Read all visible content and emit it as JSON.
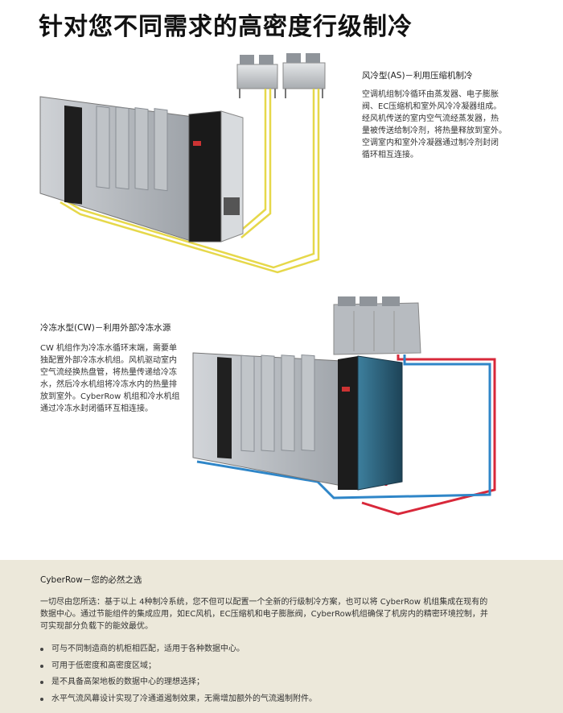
{
  "title": "针对您不同需求的高密度行级制冷",
  "section_as": {
    "heading": "风冷型(AS)－利用压缩机制冷",
    "lines": [
      "空调机组制冷循环由蒸发器、电子膨胀",
      "阀、EC压缩机和室外风冷冷凝器组成。",
      "经风机传送的室内空气流经蒸发器，热",
      "量被传送给制冷剂，将热量释放到室外。",
      "空调室内和室外冷凝器通过制冷剂封闭",
      "循环相互连接。"
    ]
  },
  "section_cw": {
    "heading": "冷冻水型(CW)－利用外部冷冻水源",
    "lines": [
      "CW 机组作为冷冻水循环末端，需要单",
      "独配置外部冷冻水机组。风机驱动室内",
      "空气流经换热盘管，将热量传递给冷冻",
      "水，然后冷水机组将冷冻水内的热量排",
      "放到室外。CyberRow 机组和冷水机组",
      "通过冷冻水封闭循环互相连接。"
    ]
  },
  "summary": {
    "heading": "CyberRow－您的必然之选",
    "lines": [
      "一切尽由您所选：基于以上 4种制冷系统，您不但可以配置一个全新的行级制冷方案，也可以将 CyberRow 机组集成在现有的",
      "数据中心。通过节能组件的集成应用，如EC风机，EC压缩机和电子膨胀阀，CyberRow机组确保了机房内的精密环境控制，并",
      "可实现部分负载下的能效最优。"
    ],
    "bullets": [
      "可与不同制造商的机柜相匹配，适用于各种数据中心。",
      "可用于低密度和高密度区域；",
      "是不具备高架地板的数据中心的理想选择；",
      "水平气流风幕设计实现了冷通道遏制效果，无需增加额外的气流遏制附件。"
    ]
  },
  "colors": {
    "refrigerant_pipe": "#e6d84a",
    "supply_pipe_red": "#d8283a",
    "return_pipe_blue": "#2f86c8",
    "summary_background": "#ece8da"
  }
}
